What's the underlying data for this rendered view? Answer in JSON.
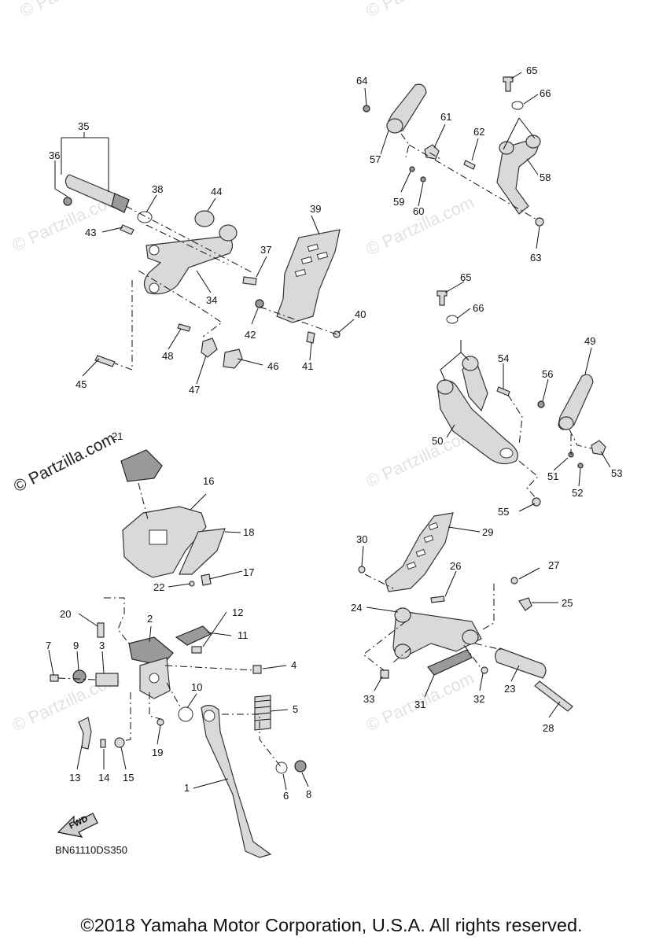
{
  "watermark": {
    "text": "© Partzilla.com"
  },
  "diagram_code": "BN61110DS350",
  "fwd_label": "FWD",
  "copyright": "©2018 Yamaha Motor Corporation, U.S.A. All rights reserved.",
  "callouts": {
    "c1": "1",
    "c2": "2",
    "c3": "3",
    "c4": "4",
    "c5": "5",
    "c6": "6",
    "c7": "7",
    "c8": "8",
    "c9": "9",
    "c10": "10",
    "c11": "11",
    "c12": "12",
    "c13": "13",
    "c14": "14",
    "c15": "15",
    "c16": "16",
    "c17": "17",
    "c18": "18",
    "c19": "19",
    "c20": "20",
    "c21": "21",
    "c22": "22",
    "c23": "23",
    "c24": "24",
    "c25": "25",
    "c26": "26",
    "c27": "27",
    "c28": "28",
    "c29": "29",
    "c30": "30",
    "c31": "31",
    "c32": "32",
    "c33": "33",
    "c34": "34",
    "c35": "35",
    "c36": "36",
    "c37": "37",
    "c38": "38",
    "c39": "39",
    "c40": "40",
    "c41": "41",
    "c42": "42",
    "c43": "43",
    "c44": "44",
    "c45": "45",
    "c46": "46",
    "c47": "47",
    "c48": "48",
    "c49": "49",
    "c50": "50",
    "c51": "51",
    "c52": "52",
    "c53": "53",
    "c54": "54",
    "c55": "55",
    "c56": "56",
    "c57": "57",
    "c58": "58",
    "c59": "59",
    "c60": "60",
    "c61": "61",
    "c62": "62",
    "c63": "63",
    "c64": "64",
    "c65a": "65",
    "c65b": "65",
    "c66a": "66",
    "c66b": "66"
  }
}
